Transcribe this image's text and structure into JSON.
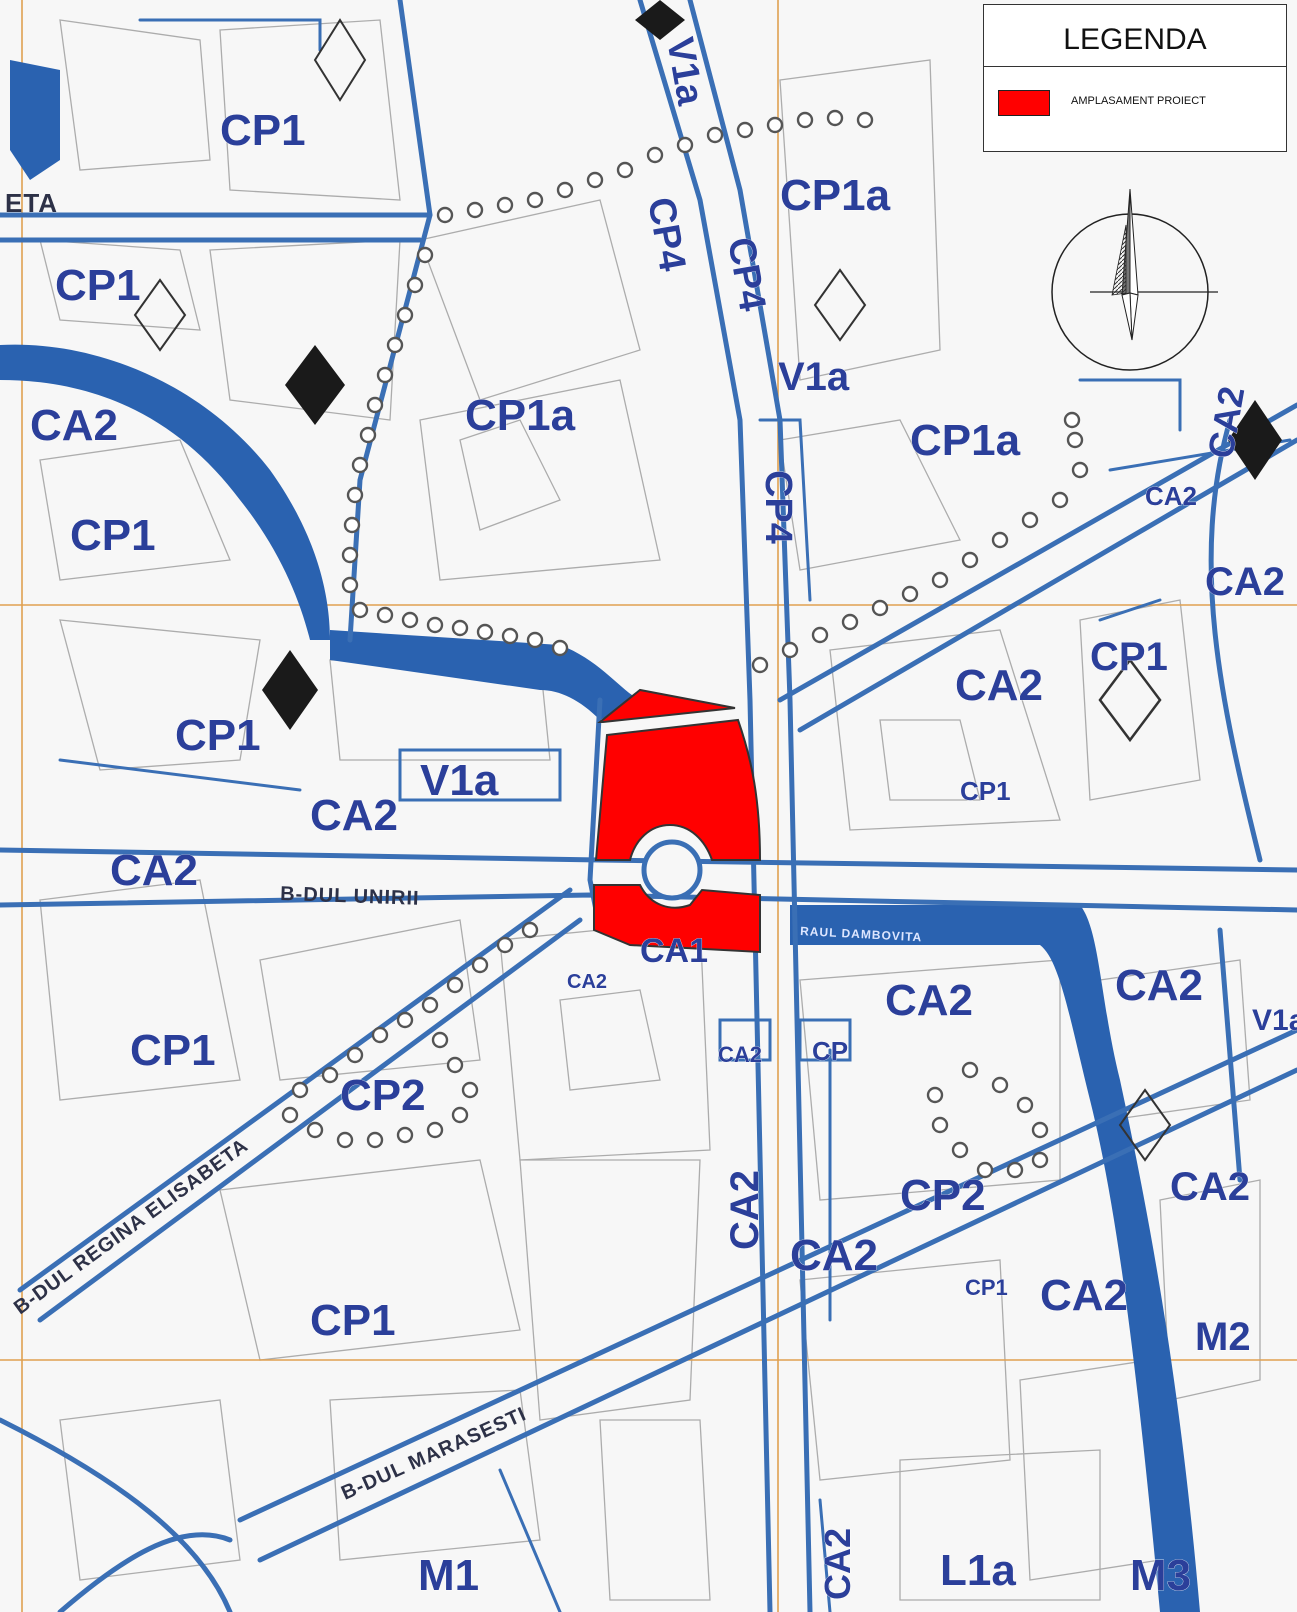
{
  "colors": {
    "background": "#f7f7f7",
    "road_blue": "#3a6fb5",
    "water_blue": "#2a62b0",
    "zone_text": "#2b3f9a",
    "site_red": "#ff0000",
    "grid_orange": "#e0a050",
    "parcel_gray": "#9a9a9a"
  },
  "legend": {
    "title": "LEGENDA",
    "item_label": "AMPLASAMENT PROIECT",
    "item_color": "#ff0000"
  },
  "compass": {
    "icon": "north-arrow-icon"
  },
  "streets": {
    "unirii": "B-DUL UNIRII",
    "regina": "B-DUL REGINA ELISABETA",
    "marasesti": "B-DUL MARASESTI",
    "dambovita": "RAUL DAMBOVITA",
    "eta": "ETA"
  },
  "zones": {
    "cp1_a": "CP1",
    "cp1_b": "CP1",
    "cp1_c": "CP1",
    "cp1_d": "CP1",
    "cp1_e": "CP1",
    "cp1_f": "CP1",
    "cp1_g": "CP1",
    "cp1_h": "CP1",
    "cp1_i": "CP1",
    "cp1a_a": "CP1a",
    "cp1a_b": "CP1a",
    "cp1a_c": "CP1a",
    "cp4_a": "CP4",
    "cp4_b": "CP4",
    "cp4_c": "CP4",
    "v1a_a": "V1a",
    "v1a_b": "V1a",
    "v1a_c": "V1a",
    "v1a_d": "V1a",
    "ca2_a": "CA2",
    "ca2_b": "CA2",
    "ca2_c": "CA2",
    "ca2_d": "CA2",
    "ca2_e": "CA2",
    "ca2_f": "CA2",
    "ca2_g": "CA2",
    "ca2_h": "CA2",
    "ca2_i": "CA2",
    "ca2_j": "CA2",
    "ca2_k": "CA2",
    "ca2_l": "CA2",
    "ca2_m": "CA2",
    "ca2_n": "CA2",
    "ca2_o": "CA2",
    "ca2_p": "CA2",
    "ca1": "CA1",
    "cp2_a": "CP2",
    "cp2_b": "CP2",
    "cp": "CP",
    "m1": "M1",
    "m2": "M2",
    "m3": "M3",
    "l1a": "L1a"
  }
}
